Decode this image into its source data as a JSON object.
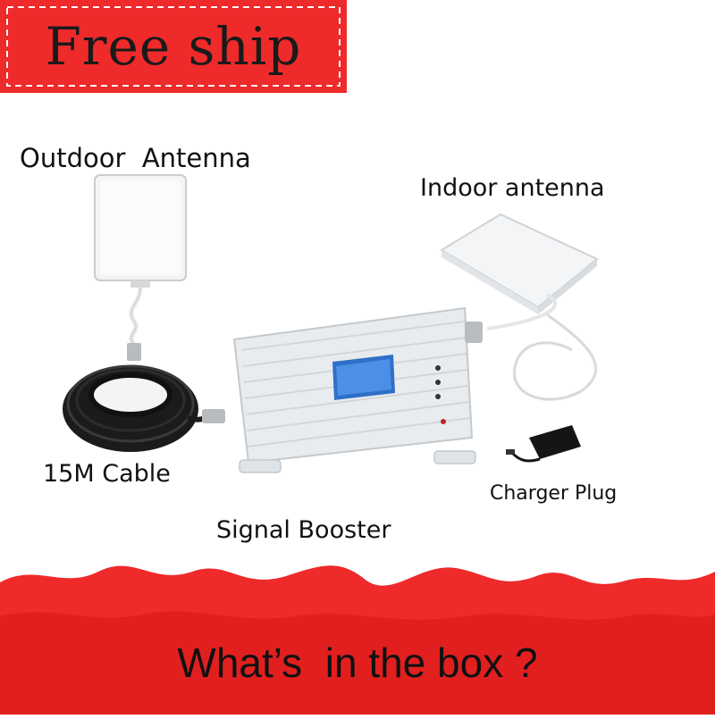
{
  "banner": {
    "text": "Free ship"
  },
  "labels": {
    "outdoor_antenna": "Outdoor  Antenna",
    "indoor_antenna": "Indoor antenna",
    "cable": "15M Cable",
    "signal_booster": "Signal Booster",
    "charger_plug": "Charger Plug"
  },
  "footer": {
    "text": "What’s  in the box ?"
  },
  "colors": {
    "red": "#ee2a2a",
    "white": "#ffffff",
    "booster": "#e7ebee",
    "screen": "#2f6fc9"
  },
  "icons": [
    "outdoor-antenna-icon",
    "indoor-antenna-icon",
    "cable-coil-icon",
    "signal-booster-icon",
    "charger-plug-icon"
  ]
}
